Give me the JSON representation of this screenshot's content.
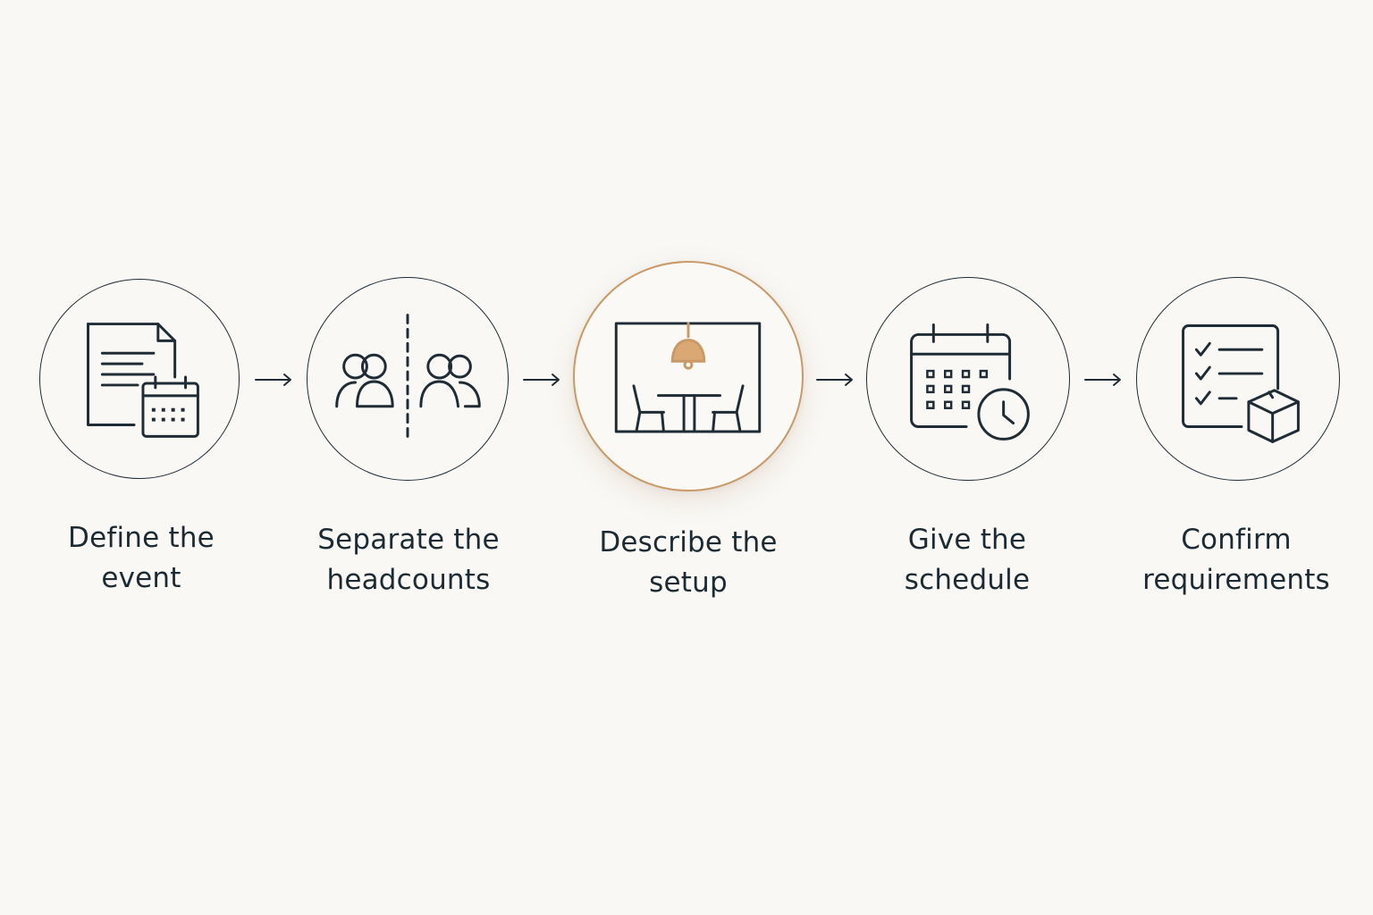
{
  "colors": {
    "background": "#f9f8f5",
    "stroke": "#1f2c35",
    "accent": "#c99a67"
  },
  "steps": [
    {
      "icon": "document-calendar-icon",
      "label_line1": "Define the",
      "label_line2": "event",
      "active": false
    },
    {
      "icon": "split-groups-icon",
      "label_line1": "Separate the",
      "label_line2": "headcounts",
      "active": false
    },
    {
      "icon": "room-setup-icon",
      "label_line1": "Describe the",
      "label_line2": "setup",
      "active": true
    },
    {
      "icon": "calendar-clock-icon",
      "label_line1": "Give the",
      "label_line2": "schedule",
      "active": false
    },
    {
      "icon": "checklist-box-icon",
      "label_line1": "Confirm",
      "label_line2": "requirements",
      "active": false
    }
  ]
}
